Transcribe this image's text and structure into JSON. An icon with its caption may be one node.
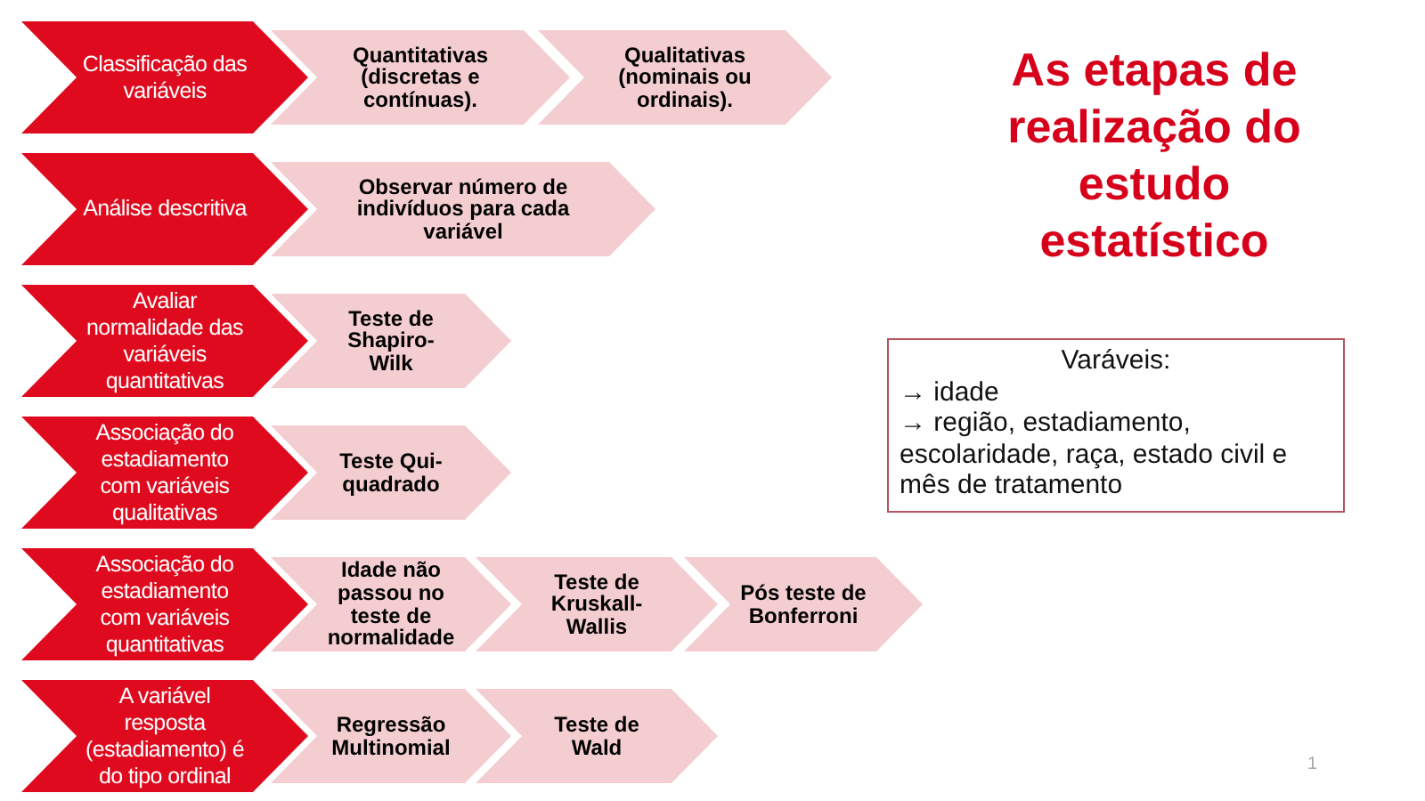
{
  "diagram": {
    "title": "As etapas de realização do estudo estatístico",
    "nodes": [
      {
        "text": [
          "Classificação das variáveis"
        ]
      },
      {
        "text": [
          "Quantitativas (discretas e contínuas)."
        ]
      },
      {
        "text": [
          "Qualitativas (nominais ou ordinais)."
        ]
      },
      {
        "text": [
          "Análise descritiva"
        ]
      },
      {
        "text": [
          "Observar número de indivíduos para cada variável"
        ]
      },
      {
        "text": [
          "Avaliar normalidade das variáveis quantitativas"
        ]
      },
      {
        "text": [
          "Teste de Shapiro-Wilk"
        ]
      },
      {
        "text": [
          "Associação do estadiamento com variáveis qualitativas"
        ]
      },
      {
        "text": [
          "Teste Qui-quadrado"
        ]
      },
      {
        "text": [
          "Associação do estadiamento com variáveis quantitativas"
        ]
      },
      {
        "text": [
          "Idade não passou no teste de normalidade"
        ]
      },
      {
        "text": [
          "Teste de Kruskall-Wallis"
        ]
      },
      {
        "text": [
          "Pós teste de Bonferroni"
        ]
      },
      {
        "text": [
          "A variável resposta (estadiamento) é do tipo ordinal"
        ]
      },
      {
        "text": [
          "Regressão Multinomial"
        ]
      },
      {
        "text": [
          "Teste de Wald"
        ]
      },
      {
        "text": [
          "Varáveis:",
          "→ idade",
          "→ região, estadiamento, escolaridade, raça, estado civil e mês de tratamento"
        ]
      }
    ],
    "labels": [
      "1"
    ]
  }
}
